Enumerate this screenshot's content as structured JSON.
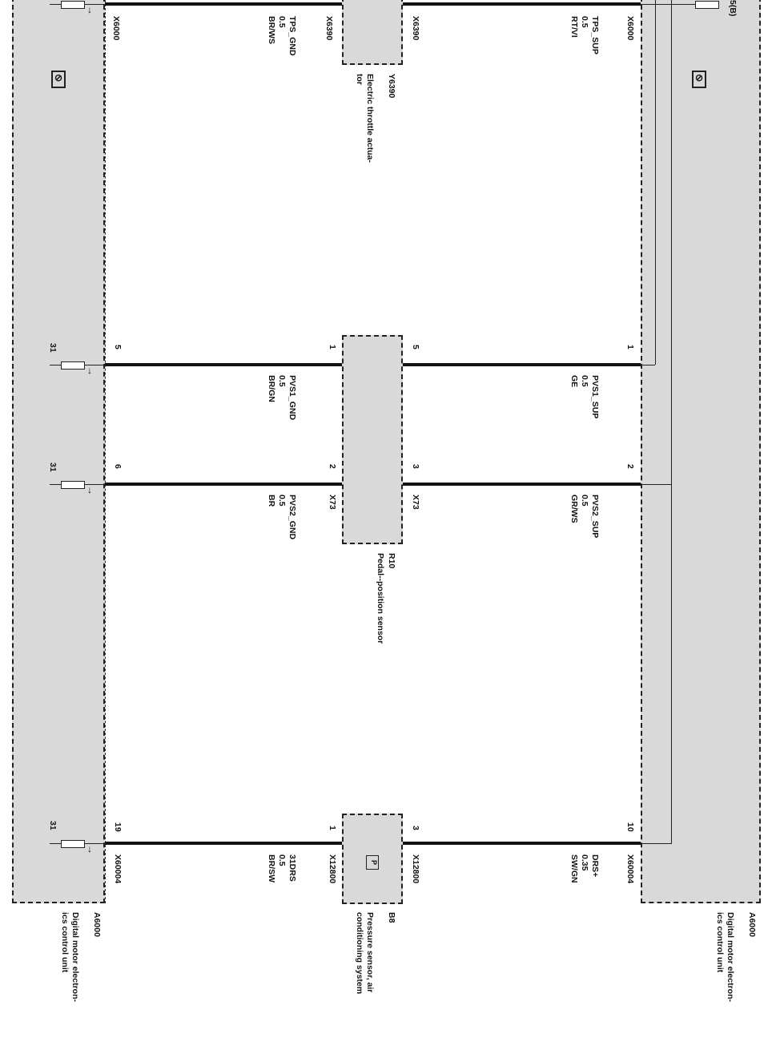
{
  "left_unit": {
    "id": "A6000",
    "name": "Digital motor electron-\nics control unit"
  },
  "right_unit": {
    "id": "A6000",
    "name": "Digital motor electron-\nics control unit",
    "fuse_ref": "5(B)"
  },
  "components": [
    {
      "id": "Y6390",
      "name": "Electric throttle actua-\ntor"
    },
    {
      "id": "R10",
      "name": "Pedal--position sensor"
    },
    {
      "id": "B8",
      "name": "Pressure sensor, air\nconditioning system",
      "symbol": "P"
    }
  ],
  "circuits": [
    {
      "left_conn": "X6000",
      "comp_left_conn": "X6390",
      "comp_right_conn": "X6390",
      "right_conn": "X6000",
      "left_pin": "",
      "comp_left_pin": "",
      "comp_right_pin": "",
      "right_pin": "",
      "gnd_label": "",
      "gnd_wire": "TPS_GND\n0.5\nBR/WS",
      "sup_wire": "TPS_SUP\n0.5\nRT/VI"
    },
    {
      "left_conn": "",
      "comp_left_conn": "",
      "comp_right_conn": "",
      "right_conn": "",
      "left_pin": "5",
      "comp_left_pin": "1",
      "comp_right_pin": "5",
      "right_pin": "1",
      "gnd_label": "31",
      "gnd_wire": "PVS1_GND\n0.5\nBR/GN",
      "sup_wire": "PVS1_SUP\n0.5\nGE"
    },
    {
      "left_conn": "",
      "comp_left_conn": "X73",
      "comp_right_conn": "X73",
      "right_conn": "",
      "left_pin": "6",
      "comp_left_pin": "2",
      "comp_right_pin": "3",
      "right_pin": "2",
      "gnd_label": "31",
      "gnd_wire": "PVS2_GND\n0.5\nBR",
      "sup_wire": "PVS2_SUP\n0.5\nGR/WS"
    },
    {
      "left_conn": "X60004",
      "comp_left_conn": "X12800",
      "comp_right_conn": "X12800",
      "right_conn": "X60004",
      "left_pin": "19",
      "comp_left_pin": "1",
      "comp_right_pin": "3",
      "right_pin": "10",
      "gnd_label": "31",
      "gnd_wire": "31DRS\n0.5\nBR/SW",
      "sup_wire": "DRS+\n0.35\nSW/GN"
    }
  ]
}
